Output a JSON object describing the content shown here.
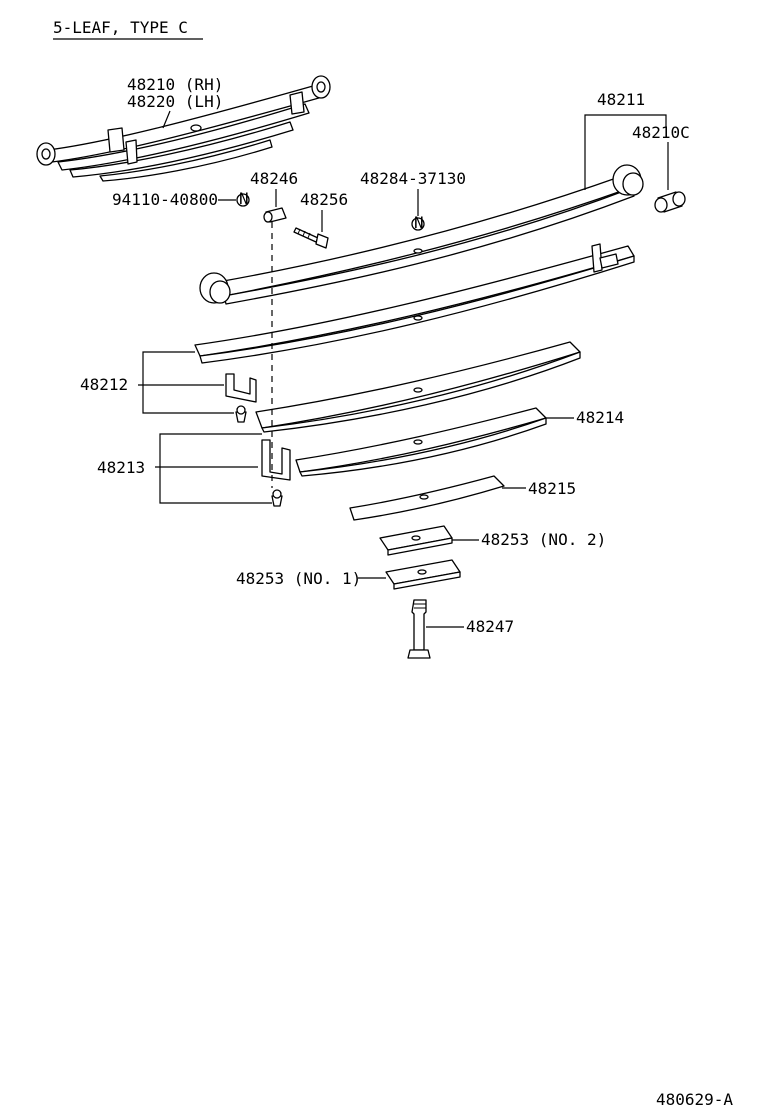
{
  "diagram": {
    "title": "5-LEAF, TYPE C",
    "figure_code": "480629-A",
    "labels": {
      "spring_rh": "48210 (RH)",
      "spring_lh": "48220 (LH)",
      "leaf_no1": "48211",
      "bushing": "48210C",
      "pin": "48246",
      "bolt": "48256",
      "nut_code": "94110-40800",
      "insert_code": "48284-37130",
      "clip_a": "48212",
      "clip_b": "48213",
      "leaf_no4": "48214",
      "leaf_no5": "48215",
      "spacer_no2": "48253 (NO. 2)",
      "spacer_no1": "48253 (NO. 1)",
      "center_bolt": "48247"
    },
    "symbols": {
      "n_mark": "N"
    }
  }
}
